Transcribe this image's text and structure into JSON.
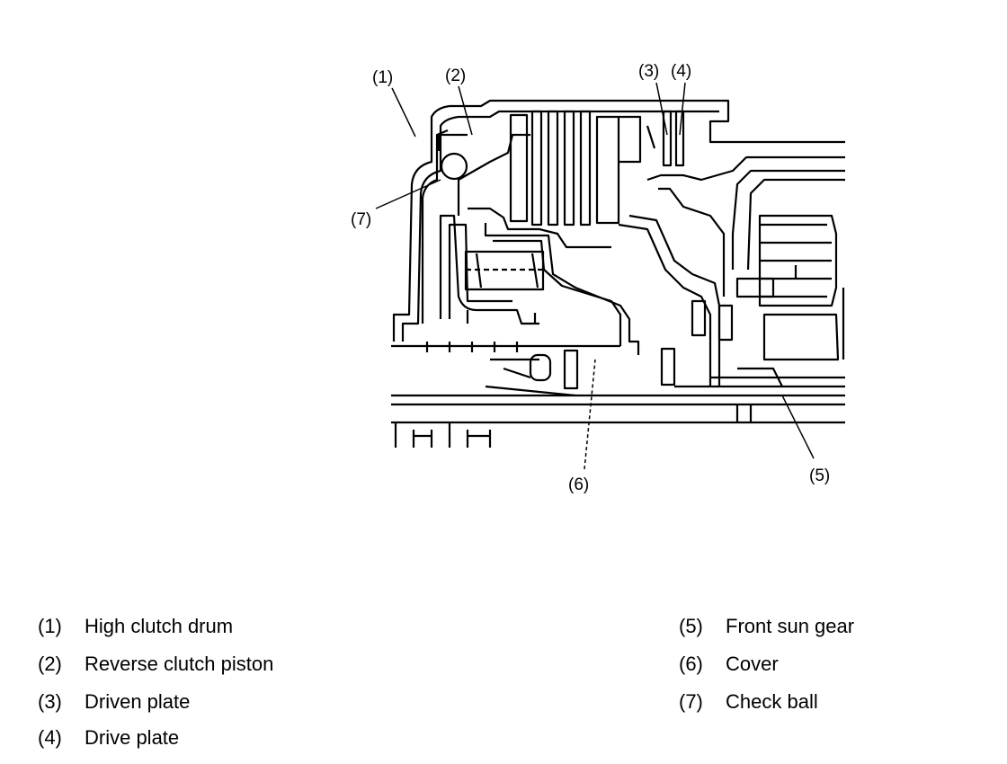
{
  "diagram": {
    "callouts": [
      "(1)",
      "(2)",
      "(3)",
      "(4)",
      "(5)",
      "(6)",
      "(7)"
    ]
  },
  "legend": [
    {
      "num": "(1)",
      "text": "High clutch drum"
    },
    {
      "num": "(2)",
      "text": "Reverse clutch piston"
    },
    {
      "num": "(3)",
      "text": "Driven plate"
    },
    {
      "num": "(4)",
      "text": "Drive plate"
    },
    {
      "num": "(5)",
      "text": "Front sun gear"
    },
    {
      "num": "(6)",
      "text": "Cover"
    },
    {
      "num": "(7)",
      "text": "Check ball"
    }
  ]
}
